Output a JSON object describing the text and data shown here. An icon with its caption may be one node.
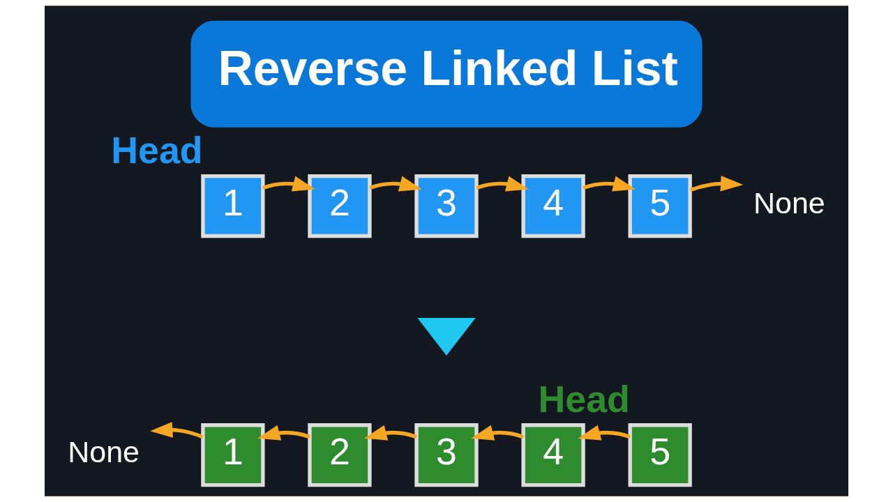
{
  "diagram": {
    "title": "Reverse Linked List",
    "nodes": [
      {
        "text": [
          "1"
        ],
        "beside": [
          "Head"
        ]
      },
      {
        "text": [
          "2"
        ]
      },
      {
        "text": [
          "3"
        ]
      },
      {
        "text": [
          "4"
        ]
      },
      {
        "text": [
          "5"
        ]
      },
      {
        "text": [
          "None"
        ]
      },
      {
        "text": [],
        "shape": "arrow"
      },
      {
        "text": [
          "None"
        ]
      },
      {
        "text": [
          "1"
        ]
      },
      {
        "text": [
          "2"
        ]
      },
      {
        "text": [
          "3"
        ]
      },
      {
        "text": [
          "4"
        ]
      },
      {
        "text": [
          "5"
        ],
        "beside": [
          "Head"
        ]
      }
    ],
    "edges": [
      {
        "from": 0,
        "to": 1,
        "arrow": "to"
      },
      {
        "from": 1,
        "to": 2,
        "arrow": "to"
      },
      {
        "from": 2,
        "to": 3,
        "arrow": "to"
      },
      {
        "from": 3,
        "to": 4,
        "arrow": "to"
      },
      {
        "from": 4,
        "to": 5,
        "arrow": "to"
      },
      {
        "from": 8,
        "to": 7,
        "arrow": "to"
      },
      {
        "from": 9,
        "to": 8,
        "arrow": "to"
      },
      {
        "from": 10,
        "to": 9,
        "arrow": "to"
      },
      {
        "from": 11,
        "to": 10,
        "arrow": "to"
      },
      {
        "from": 12,
        "to": 11,
        "arrow": "to"
      }
    ]
  }
}
